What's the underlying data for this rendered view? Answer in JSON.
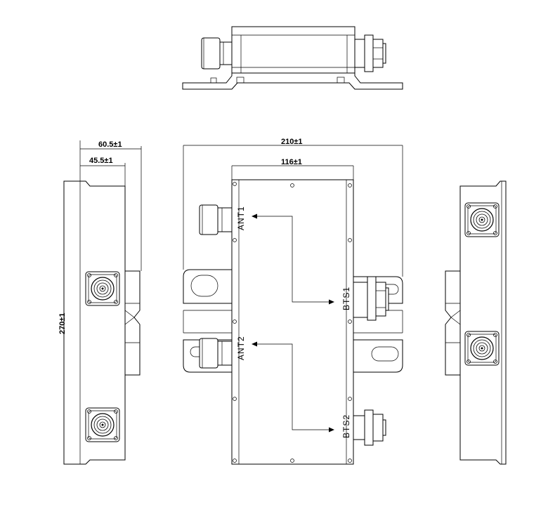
{
  "dimensions": {
    "depth_outer": "60.5±1",
    "depth_inner": "45.5±1",
    "width_total": "210±1",
    "width_body": "116±1",
    "height_total": "270±1"
  },
  "ports": {
    "ant1": "ANT1",
    "ant2": "ANT2",
    "bts1": "BTS1",
    "bts2": "BTS2"
  }
}
